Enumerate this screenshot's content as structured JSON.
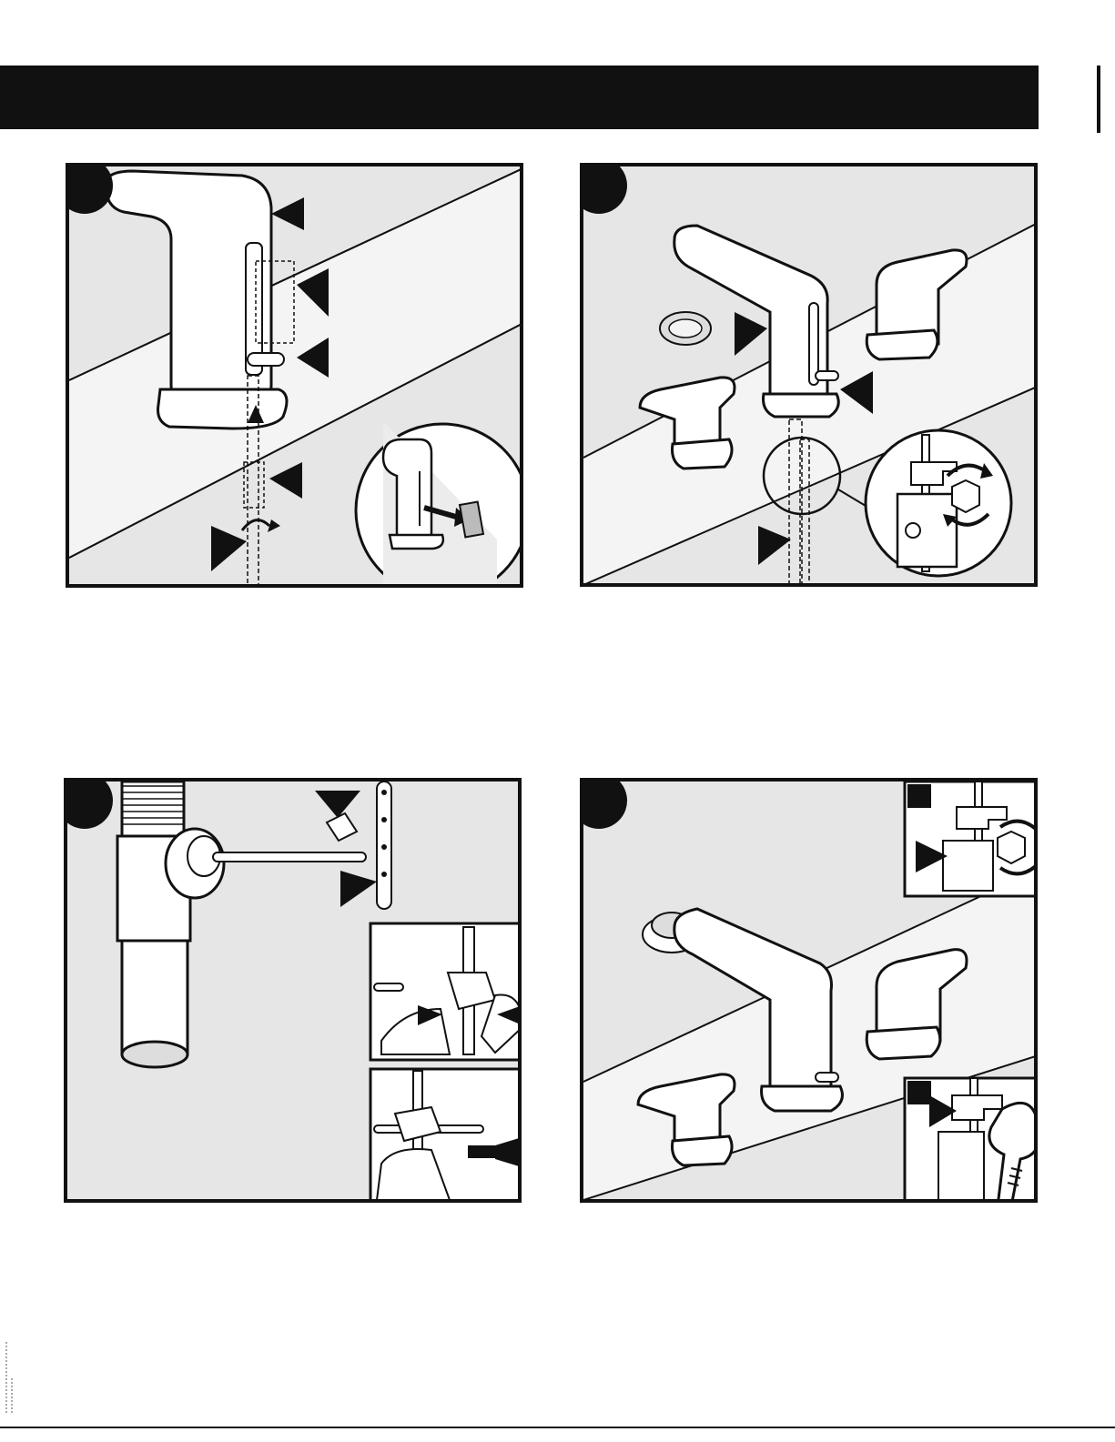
{
  "header": {
    "title": ""
  },
  "steps": [
    {
      "number": "",
      "panel": "remove-spout-cover-and-install"
    },
    {
      "number": "",
      "panel": "install-handles-and-spout"
    },
    {
      "number": "",
      "panel": "connect-pop-up-rod"
    },
    {
      "number": "",
      "panel": "tighten-mounting-nuts"
    }
  ],
  "footer": {
    "document_code": ""
  },
  "colors": {
    "ink": "#111111",
    "panel_fill": "#e6e6e6",
    "paper": "#ffffff"
  }
}
